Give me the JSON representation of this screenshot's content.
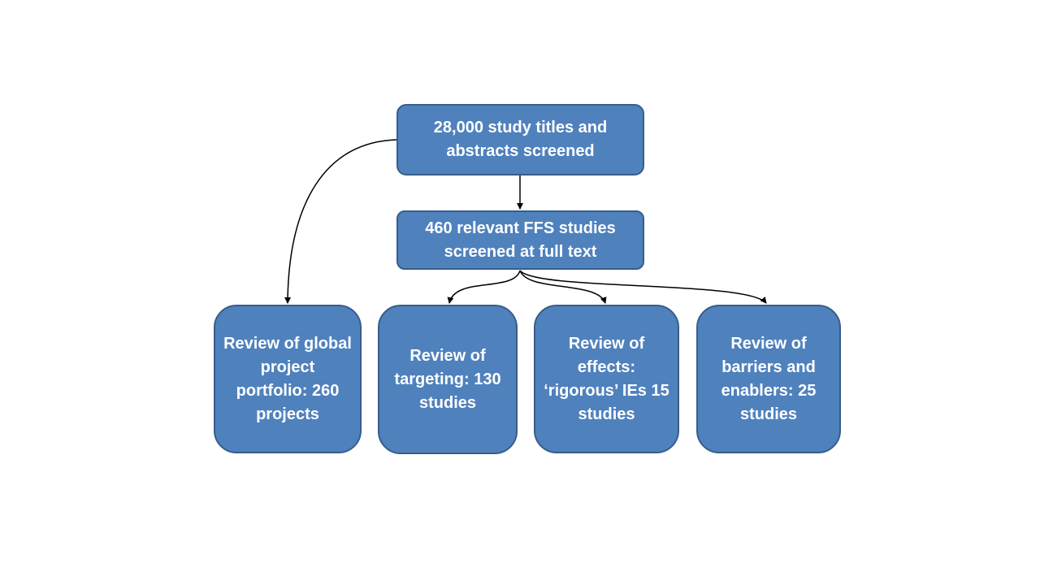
{
  "diagram": {
    "top_node": {
      "text": "28,000 study titles and abstracts screened"
    },
    "mid_node": {
      "text": "460 relevant FFS studies screened at full text"
    },
    "leaves": [
      {
        "id": "portfolio",
        "text": "Review of global project portfolio: 260 projects"
      },
      {
        "id": "targeting",
        "text": "Review of targeting: 130 studies"
      },
      {
        "id": "effects",
        "text": "Review of effects: ‘rigorous’ IEs 15 studies"
      },
      {
        "id": "barriers",
        "text": "Review of barriers and enablers: 25 studies"
      }
    ]
  },
  "colors": {
    "box_fill": "#4f81bd",
    "box_border": "#385d8a",
    "text": "#ffffff",
    "arrow": "#000000"
  }
}
